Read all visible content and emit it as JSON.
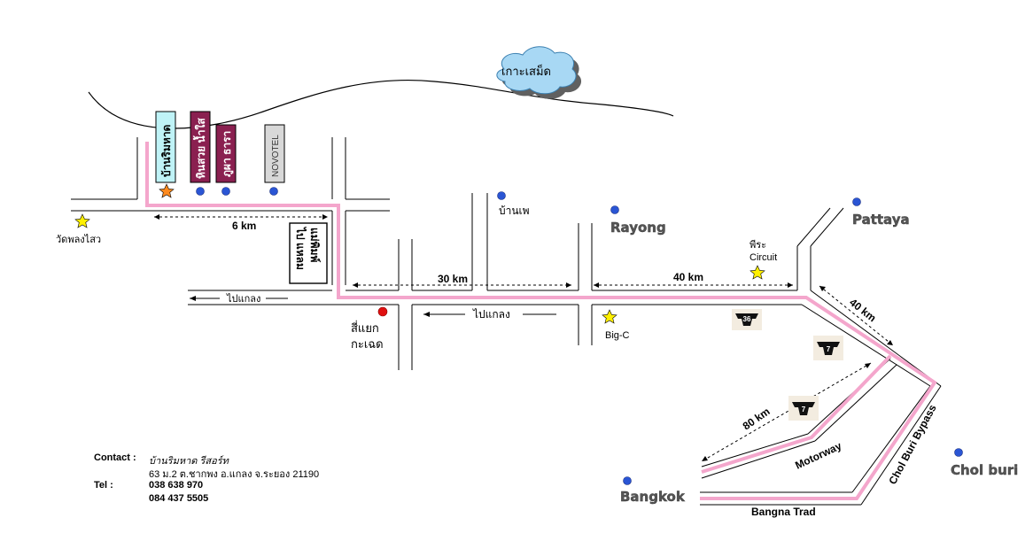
{
  "map": {
    "island": "เกาะเสม็ด",
    "hotels": {
      "ban_rim_haad": "บ้านริมหาด",
      "hin_suay_nam_sai": "หินสวย น้ำใส",
      "phu_tara": "ภูผา ธารา",
      "novotel": "NOVOTEL"
    },
    "places": {
      "wat_phlong_sawai": "วัดพลงไสว",
      "ban_phe": "บ้านเพ",
      "rayong": "Rayong",
      "pattaya": "Pattaya",
      "phra_circuit_line1": "พีระ",
      "phra_circuit_line2": "Circuit",
      "big_c": "Big-C",
      "si_yaek_line1": "สี่แยก",
      "si_yaek_line2": "กะเฉด",
      "bangkok": "Bangkok",
      "chol_buri": "Chol buri"
    },
    "signs": {
      "to_mae_phim_line1": "ไป แหลม",
      "to_mae_phim_line2": "แม่พิมพ์",
      "to_klaeng_1": "ไปแกลง",
      "to_klaeng_2": "ไปแกลง"
    },
    "distances": {
      "d6": "6 km",
      "d30": "30 km",
      "d40a": "40 km",
      "d40b": "40 km",
      "d80": "80 km"
    },
    "roads": {
      "motorway": "Motorway",
      "bypass": "Chol Buri Bypass",
      "bangna": "Bangna Trad"
    },
    "route_signs": [
      "36",
      "7",
      "7"
    ],
    "colors": {
      "route": "#f4a6cc",
      "marker_blue": "#2a55d4",
      "marker_red": "#e01010",
      "star_yellow": "#fff000",
      "star_orange": "#ff8a1e",
      "cloud": "#a8d8f4",
      "hotel_cyan": "#bff3f7",
      "hotel_maroon": "#8a2050",
      "hotel_gray": "#d8d8d8"
    }
  },
  "contact": {
    "contact_label": "Contact :",
    "name": "บ้านริมหาด รีสอร์ท",
    "address": "63 ม.2 ต.ชากพง อ.แกลง จ.ระยอง 21190",
    "tel_label": "Tel :",
    "tel1": "038 638 970",
    "tel2": "084 437 5505"
  }
}
